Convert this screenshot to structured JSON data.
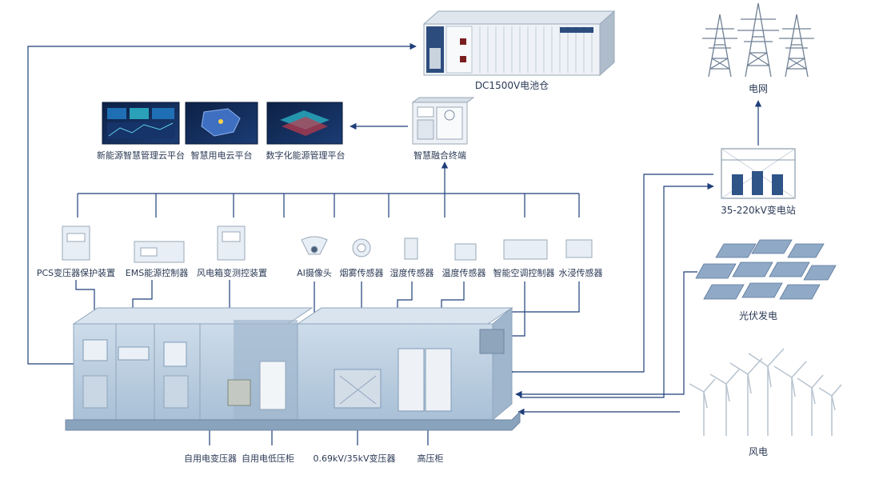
{
  "top": {
    "battery_room": "DC1500V电池仓",
    "grid": "电网",
    "substation": "35-220kV变电站",
    "pv": "光伏发电",
    "wind": "风电",
    "terminal": "智慧融合终端"
  },
  "platforms": [
    "新能源智慧管理云平台",
    "智慧用电云平台",
    "数字化能源管理平台"
  ],
  "devices": [
    "PCS变压器保护装置",
    "EMS能源控制器",
    "风电箱变测控装置",
    "AI摄像头",
    "烟雾传感器",
    "湿度传感器",
    "温度传感器",
    "智能空调控制器",
    "水浸传感器"
  ],
  "bottom": [
    "自用电变压器",
    "自用电低压柜",
    "0.69kV/35kV变压器",
    "高压柜"
  ],
  "colors": {
    "line": "#1f3f7a",
    "cabin_fill": "#b9cde0",
    "cabin_dark": "#7f9bb8",
    "device_fill": "#e8eef5"
  }
}
